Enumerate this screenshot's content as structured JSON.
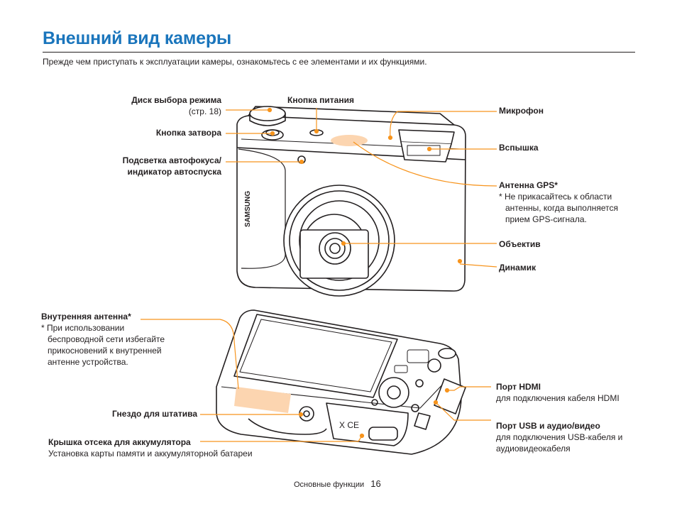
{
  "title": "Внешний вид камеры",
  "intro": "Прежде чем приступать к эксплуатации камеры, ознакомьтесь с ее элементами и их функциями.",
  "top_camera": {
    "brand": "SAMSUNG",
    "labels": {
      "mode_dial": "Диск выбора режима",
      "mode_dial_page": "(стр. 18)",
      "shutter": "Кнопка затвора",
      "af_assist_1": "Подсветка автофокуса/",
      "af_assist_2": "индикатор автоспуска",
      "power": "Кнопка питания",
      "microphone": "Микрофон",
      "flash": "Вспышка",
      "gps": "Антенна GPS*",
      "gps_note_1": "* Не прикасайтесь к области",
      "gps_note_2": "антенны, когда выполняется",
      "gps_note_3": "прием GPS-сигнала.",
      "lens": "Объектив",
      "speaker": "Динамик"
    }
  },
  "bottom_camera": {
    "labels": {
      "inner_antenna": "Внутренняя антенна*",
      "inner_note_1": "* При использовании",
      "inner_note_2": "беспроводной сети избегайте",
      "inner_note_3": "прикосновений к внутренней",
      "inner_note_4": "антенне устройства.",
      "tripod": "Гнездо для штатива",
      "battery_cover": "Крышка отсека для аккумулятора",
      "battery_cover_desc": "Установка карты памяти и аккумуляторной батареи",
      "hdmi": "Порт HDMI",
      "hdmi_desc": "для подключения кабеля HDMI",
      "usb": "Порт USB и аудио/видео",
      "usb_desc_1": "для подключения USB-кабеля и",
      "usb_desc_2": "аудиовидеокабеля"
    }
  },
  "footer": {
    "section": "Основные функции",
    "page": "16"
  },
  "colors": {
    "title": "#1a75bc",
    "callout": "#f7941d",
    "highlight": "#fcd5b0",
    "lines": "#231f20"
  }
}
